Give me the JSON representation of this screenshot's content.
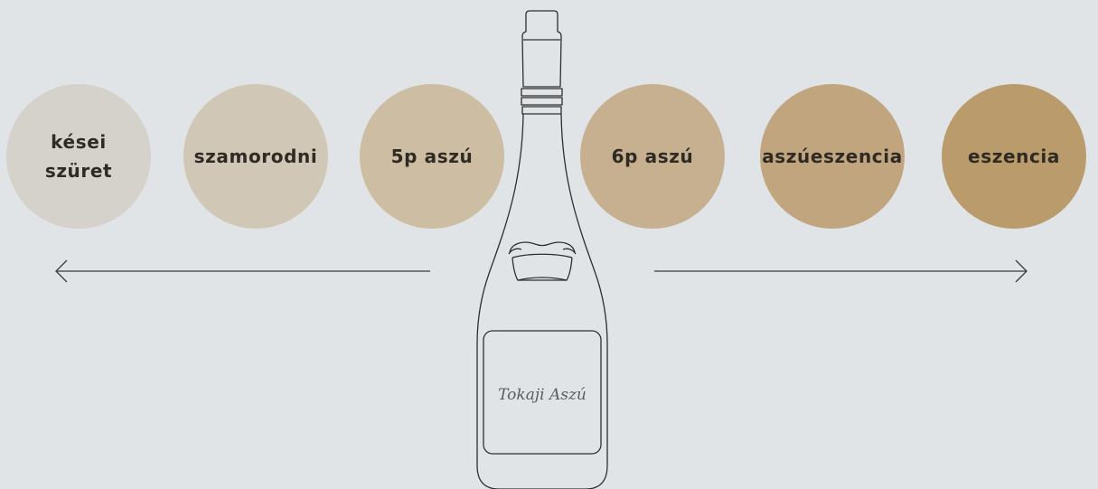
{
  "categories": [
    {
      "label": "kései szüret",
      "color": "#d5d1cb"
    },
    {
      "label": "szamorodni",
      "color": "#d1c7b6"
    },
    {
      "label": "5p aszú",
      "color": "#cdbda2"
    },
    {
      "label": "6p aszú",
      "color": "#c6b08f"
    },
    {
      "label": "aszúeszencia",
      "color": "#c0a57f"
    },
    {
      "label": "eszencia",
      "color": "#ba9b6b"
    }
  ],
  "bottle": {
    "label_text": "Tokaji Aszú"
  }
}
